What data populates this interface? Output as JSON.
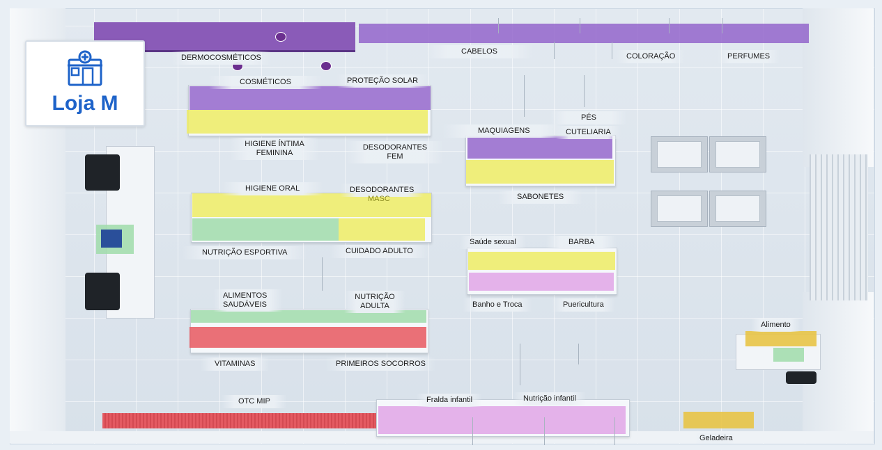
{
  "store": {
    "name": "Loja M",
    "logo_icon": "pharmacy-building-icon",
    "accent_color": "#1e63c9"
  },
  "zone_colors": {
    "purple": "#8c5ac8",
    "yellow": "#eeec69",
    "green": "#a0dcaa",
    "red": "#e85c64",
    "pink": "#e2aae8",
    "amber": "#e8c446"
  },
  "labels": {
    "dermocosmeticos": "DERMOCOSMÉTICOS",
    "cabelos": "CABELOS",
    "coloracao": "COLORAÇÃO",
    "perfumes": "PERFUMES",
    "cosmeticos": "COSMÉTICOS",
    "protecao_solar": "PROTEÇÃO SOLAR",
    "pes": "PÉS",
    "maquiagens": "MAQUIAGENS",
    "cuteliaria": "CUTELIARIA",
    "higiene_intima": "HIGIENE ÍNTIMA FEMININA",
    "desodorantes_fem": "DESODORANTES FEM",
    "higiene_oral": "HIGIENE ORAL",
    "desodorantes": "DESODORANTES",
    "masc": "MASC",
    "sabonetes": "SABONETES",
    "nutricao_esportiva": "NUTRIÇÃO ESPORTIVA",
    "cuidado_adulto": "CUIDADO ADULTO",
    "saude_sexual": "Saúde sexual",
    "barba": "BARBA",
    "alimentos_saudaveis": "ALIMENTOS SAUDÁVEIS",
    "nutricao_adulta": "NUTRIÇÃO ADULTA",
    "banho_troca": "Banho e Troca",
    "puericultura": "Puericultura",
    "alimento": "Alimento",
    "vitaminas": "VITAMINAS",
    "primeiros_socorros": "PRIMEIROS SOCORROS",
    "otc_mip": "OTC MIP",
    "fralda_infantil": "Fralda infantil",
    "nutricao_infantil": "Nutrição infantil",
    "geladeira": "Geladeira"
  }
}
